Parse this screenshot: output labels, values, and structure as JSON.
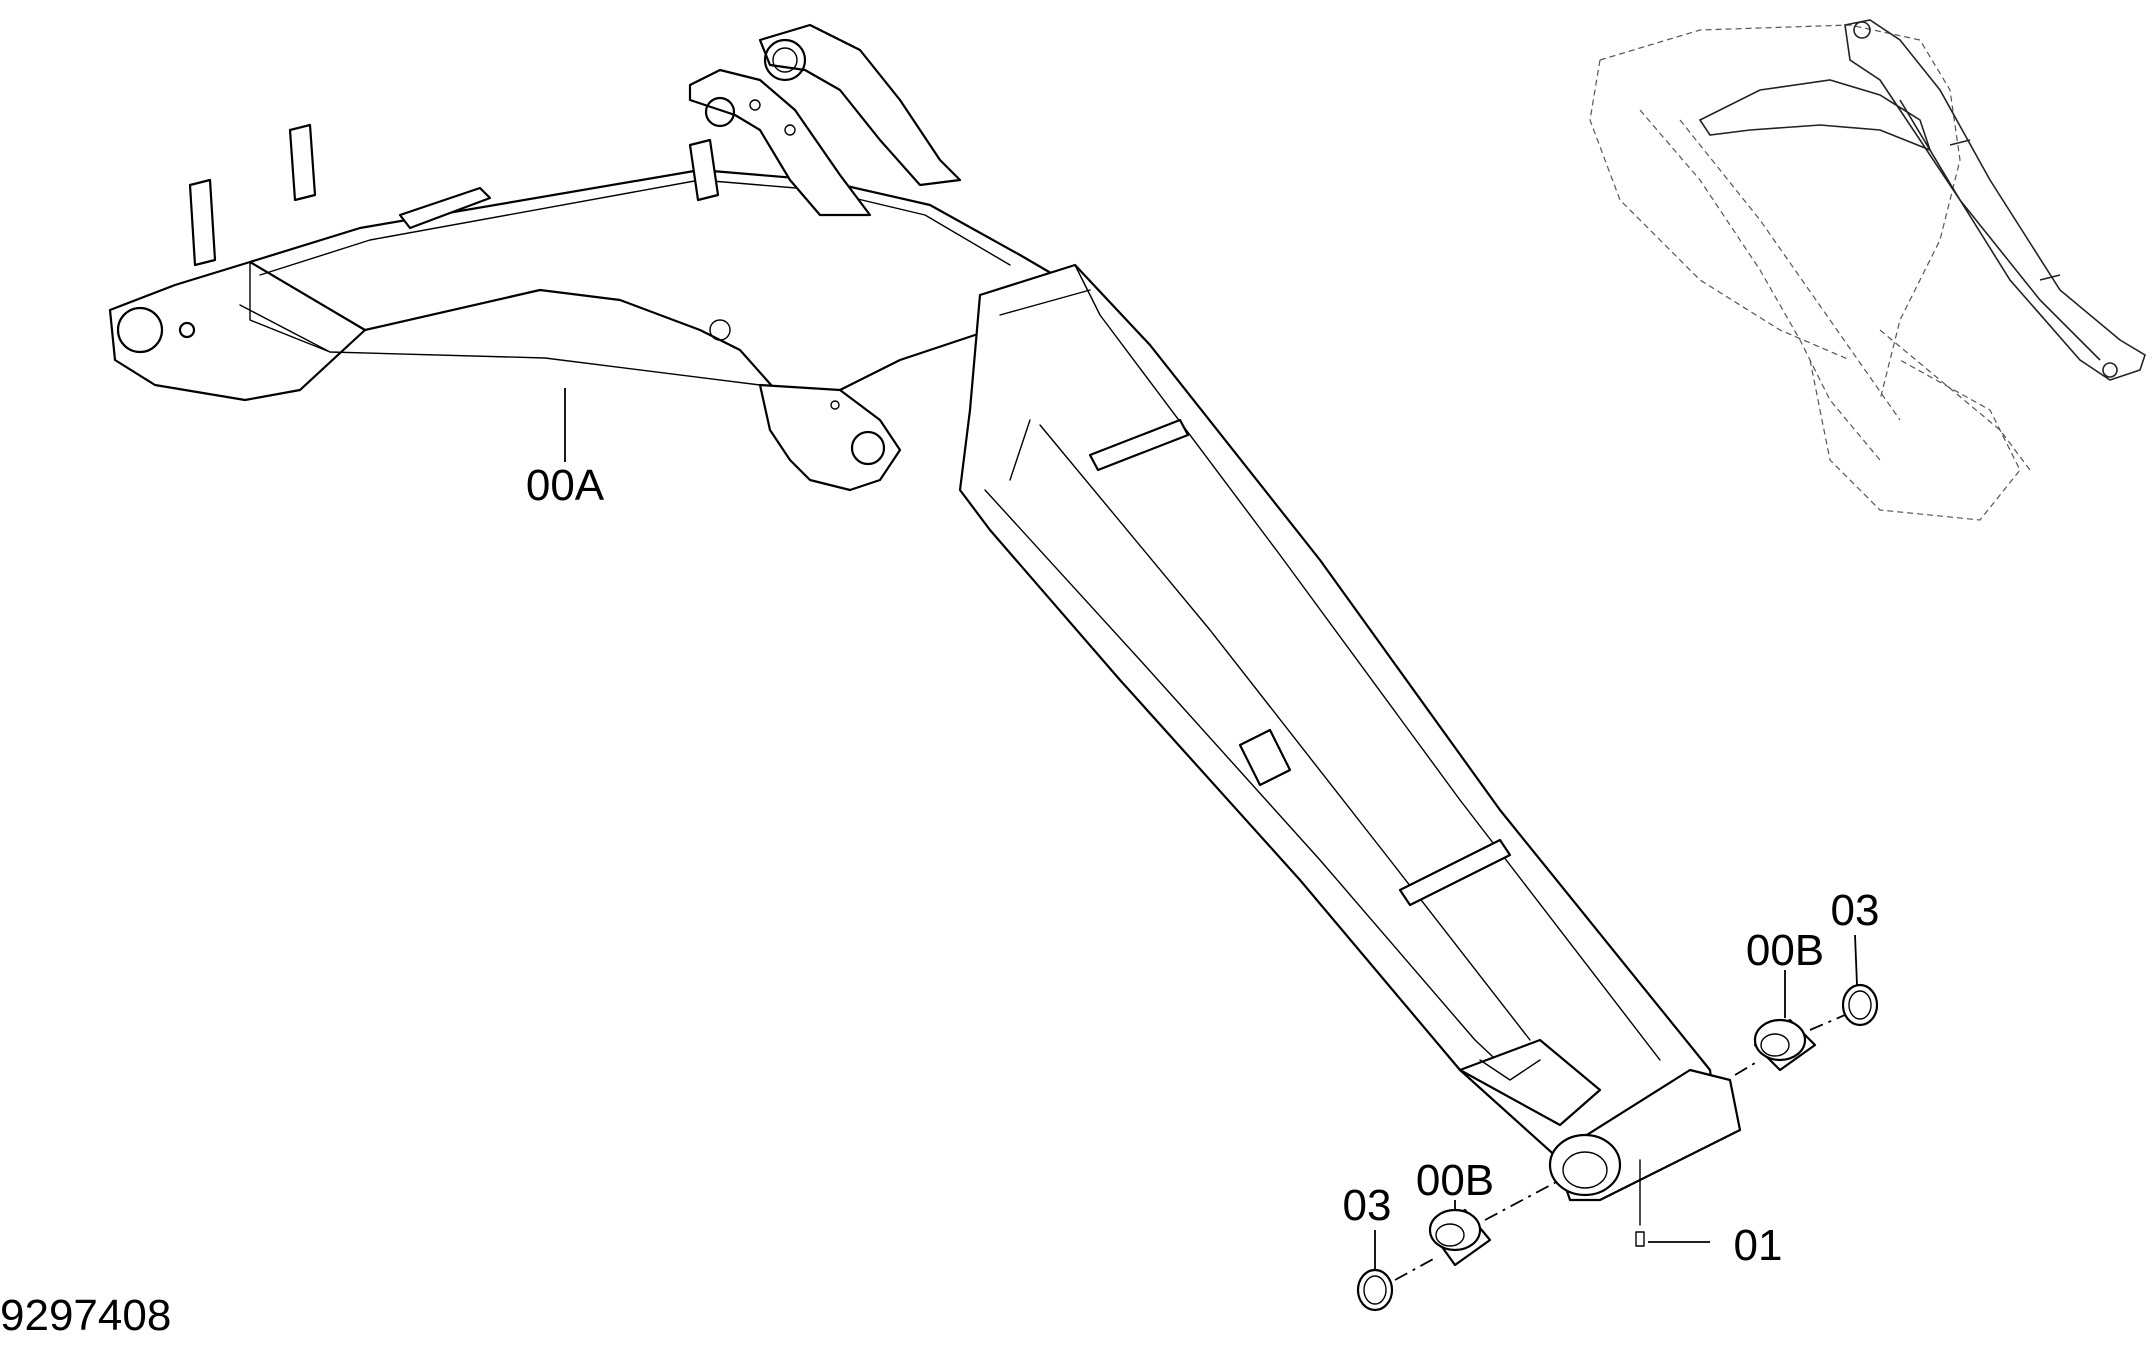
{
  "drawing_number": "9297408",
  "callouts": {
    "boom": "00A",
    "bushing_right": "00B",
    "bushing_left": "00B",
    "ring_right": "03",
    "ring_left": "03",
    "grease_fitting": "01"
  },
  "icons": {
    "boom": "excavator-boom-illustration",
    "overview": "excavator-overview-illustration"
  }
}
